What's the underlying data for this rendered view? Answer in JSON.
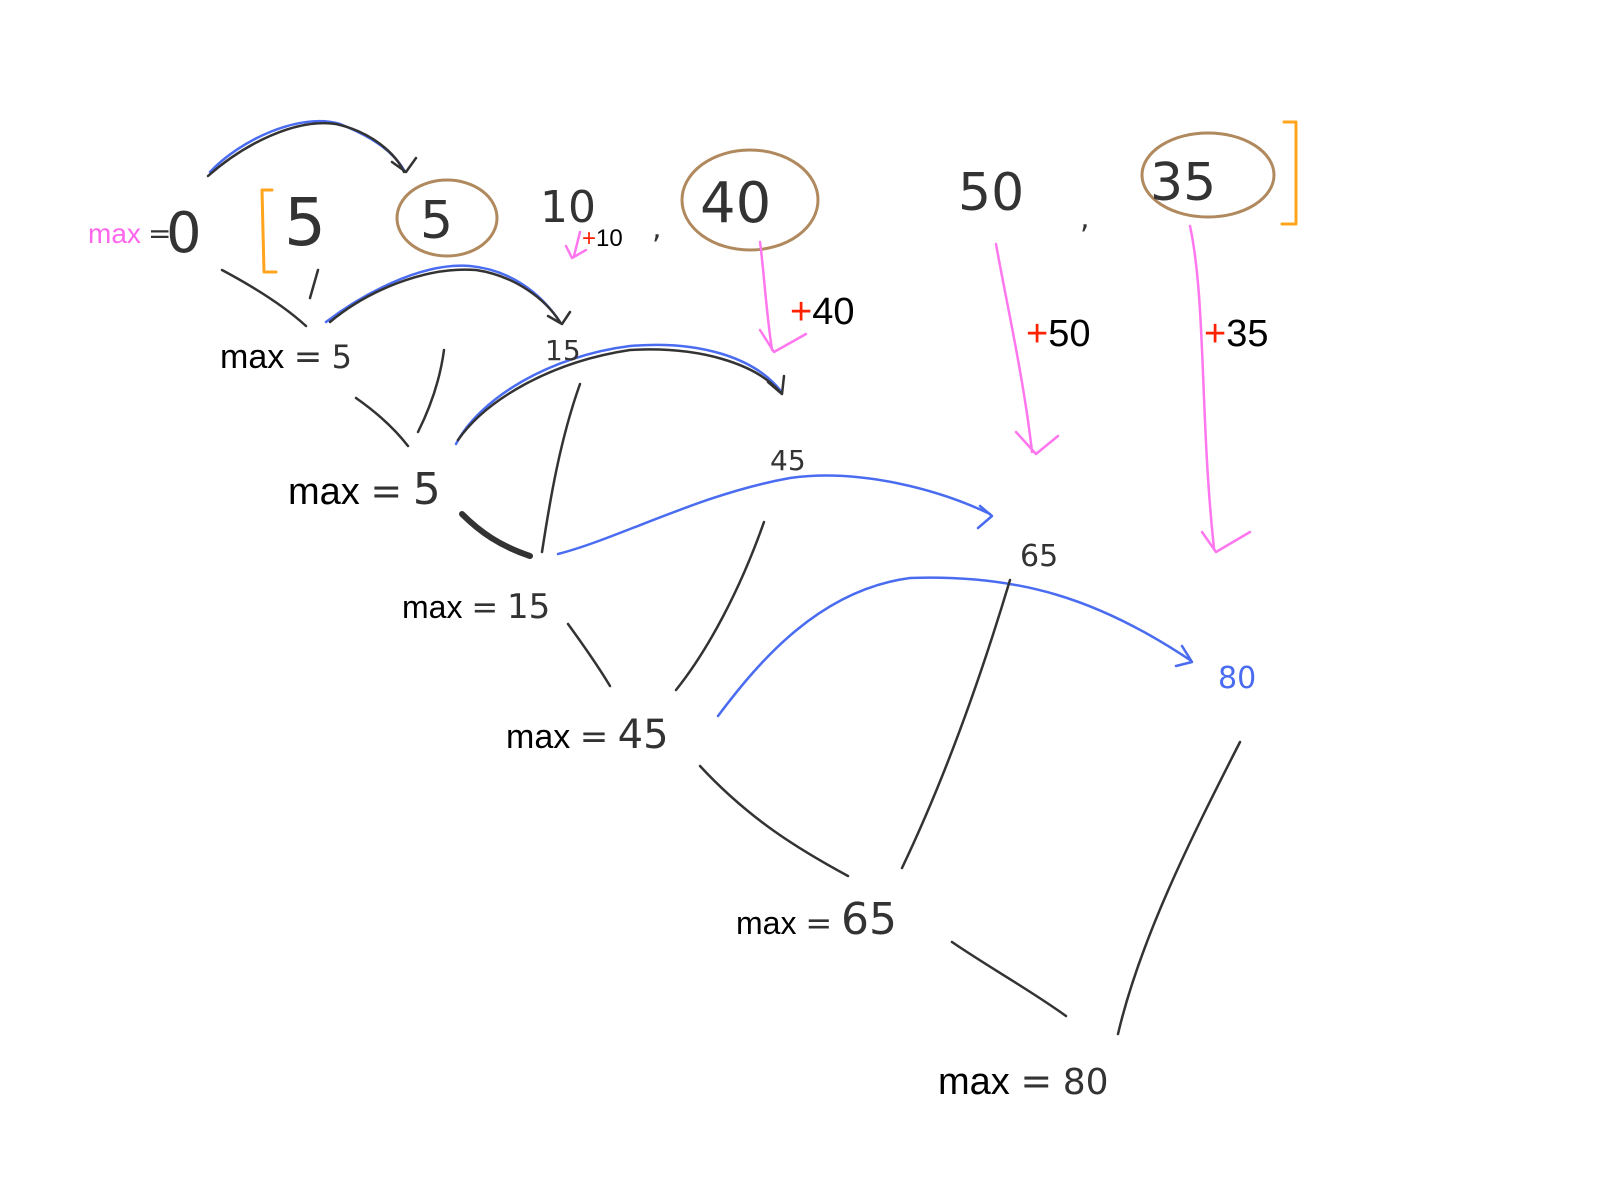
{
  "colors": {
    "pen": "#333333",
    "blue": "#4a6cf0",
    "pink": "#ff77ee",
    "orange": "#ffa41c",
    "brown": "#b08a5e",
    "plus": "#ff2200"
  },
  "top_row": {
    "start_label": "max",
    "start_eq": "=",
    "start_value": "0",
    "open_bracket": "[",
    "close_bracket": "]",
    "values": [
      "5",
      "5",
      "10",
      "40",
      "50",
      "35"
    ],
    "commas": [
      ",",
      ","
    ]
  },
  "increments": [
    {
      "plus": "+",
      "num": "10"
    },
    {
      "plus": "+",
      "num": "40"
    },
    {
      "plus": "+",
      "num": "50"
    },
    {
      "plus": "+",
      "num": "35"
    }
  ],
  "nodes": {
    "n_15_top": "15",
    "n_45_top": "45",
    "n_65_top": "65",
    "n_80_top": "80"
  },
  "max_nodes": [
    {
      "label": "max",
      "eq": "=",
      "value": "5"
    },
    {
      "label": "max",
      "eq": "=",
      "value": "5"
    },
    {
      "label": "max",
      "eq": "=",
      "value": "15"
    },
    {
      "label": "max",
      "eq": "=",
      "value": "45"
    },
    {
      "label": "max",
      "eq": "=",
      "value": "65"
    },
    {
      "label": "max",
      "eq": "=",
      "value": "80"
    }
  ]
}
